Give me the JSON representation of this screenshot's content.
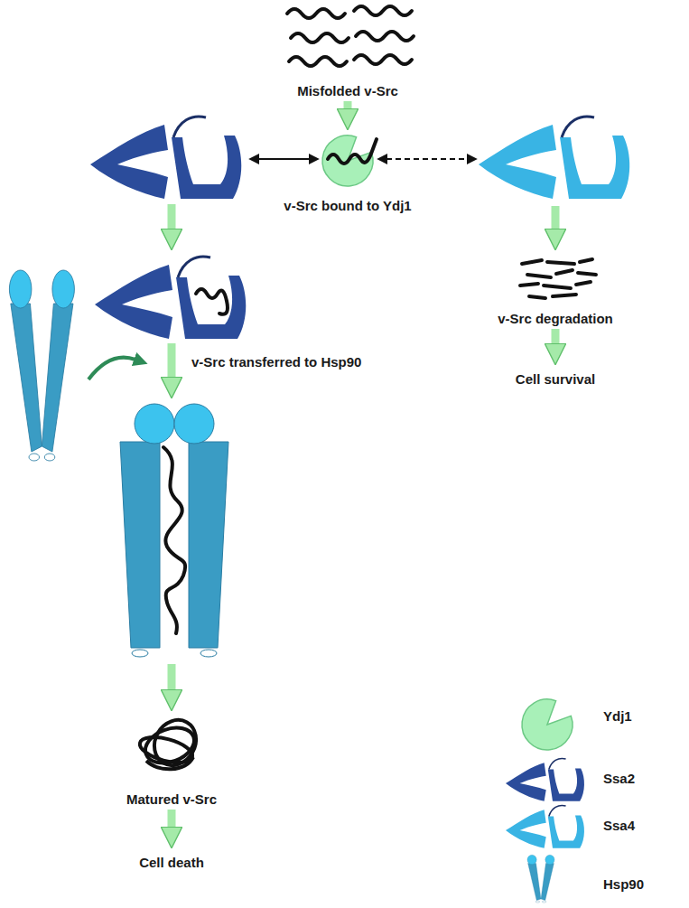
{
  "diagram": {
    "nodes": [
      {
        "text": [
          "Misfolded v-Src"
        ]
      },
      {
        "text": [
          "v-Src bound to Ydj1"
        ]
      },
      {
        "text": [
          "Matured v-Src"
        ]
      },
      {
        "text": [
          "Cell death"
        ]
      },
      {
        "text": [
          "v-Src degradation"
        ]
      },
      {
        "text": [
          "Cell survival"
        ]
      }
    ],
    "edges": [
      {
        "from": 0,
        "to": 1,
        "arrow": "to"
      },
      {
        "from": 2,
        "to": 3,
        "arrow": "to"
      },
      {
        "from": 4,
        "to": 5,
        "arrow": "to"
      }
    ],
    "labels": [
      "v-Src transferred to Hsp90"
    ],
    "legend": [
      {
        "text": "Ydj1"
      },
      {
        "text": "Ssa2"
      },
      {
        "text": "Ssa4"
      },
      {
        "text": "Hsp90"
      }
    ]
  }
}
